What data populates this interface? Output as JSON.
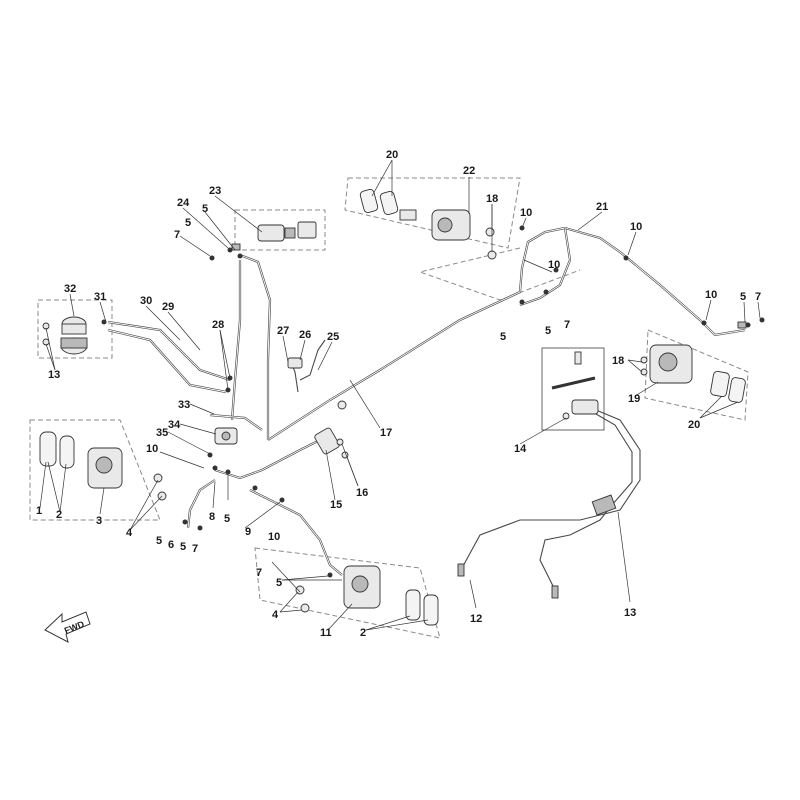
{
  "diagram": {
    "forward_label": "FWD",
    "callouts": [
      {
        "id": "c-20-top",
        "text": "20"
      },
      {
        "id": "c-22",
        "text": "22"
      },
      {
        "id": "c-18-top",
        "text": "18"
      },
      {
        "id": "c-10-a",
        "text": "10"
      },
      {
        "id": "c-21",
        "text": "21"
      },
      {
        "id": "c-10-b",
        "text": "10"
      },
      {
        "id": "c-23",
        "text": "23"
      },
      {
        "id": "c-24",
        "text": "24"
      },
      {
        "id": "c-5-a",
        "text": "5"
      },
      {
        "id": "c-5-b",
        "text": "5"
      },
      {
        "id": "c-7-a",
        "text": "7"
      },
      {
        "id": "c-32",
        "text": "32"
      },
      {
        "id": "c-31",
        "text": "31"
      },
      {
        "id": "c-30",
        "text": "30"
      },
      {
        "id": "c-29",
        "text": "29"
      },
      {
        "id": "c-28",
        "text": "28"
      },
      {
        "id": "c-27",
        "text": "27"
      },
      {
        "id": "c-26",
        "text": "26"
      },
      {
        "id": "c-25",
        "text": "25"
      },
      {
        "id": "c-13-a",
        "text": "13"
      },
      {
        "id": "c-10-c",
        "text": "10"
      },
      {
        "id": "c-10-d",
        "text": "10"
      },
      {
        "id": "c-5-c",
        "text": "5"
      },
      {
        "id": "c-7-b",
        "text": "7"
      },
      {
        "id": "c-5-d",
        "text": "5"
      },
      {
        "id": "c-5-e",
        "text": "5"
      },
      {
        "id": "c-7-c",
        "text": "7"
      },
      {
        "id": "c-18-right",
        "text": "18"
      },
      {
        "id": "c-19",
        "text": "19"
      },
      {
        "id": "c-20-right",
        "text": "20"
      },
      {
        "id": "c-33",
        "text": "33"
      },
      {
        "id": "c-34",
        "text": "34"
      },
      {
        "id": "c-35",
        "text": "35"
      },
      {
        "id": "c-10-e",
        "text": "10"
      },
      {
        "id": "c-17",
        "text": "17"
      },
      {
        "id": "c-14",
        "text": "14"
      },
      {
        "id": "c-16",
        "text": "16"
      },
      {
        "id": "c-15",
        "text": "15"
      },
      {
        "id": "c-1",
        "text": "1"
      },
      {
        "id": "c-2-left",
        "text": "2"
      },
      {
        "id": "c-3",
        "text": "3"
      },
      {
        "id": "c-4-a",
        "text": "4"
      },
      {
        "id": "c-5-f",
        "text": "5"
      },
      {
        "id": "c-6",
        "text": "6"
      },
      {
        "id": "c-5-g",
        "text": "5"
      },
      {
        "id": "c-7-d",
        "text": "7"
      },
      {
        "id": "c-8",
        "text": "8"
      },
      {
        "id": "c-5-h",
        "text": "5"
      },
      {
        "id": "c-9",
        "text": "9"
      },
      {
        "id": "c-10-f",
        "text": "10"
      },
      {
        "id": "c-7-e",
        "text": "7"
      },
      {
        "id": "c-5-i",
        "text": "5"
      },
      {
        "id": "c-4-b",
        "text": "4"
      },
      {
        "id": "c-11",
        "text": "11"
      },
      {
        "id": "c-2-bottom",
        "text": "2"
      },
      {
        "id": "c-12",
        "text": "12"
      },
      {
        "id": "c-13-b",
        "text": "13"
      }
    ]
  }
}
